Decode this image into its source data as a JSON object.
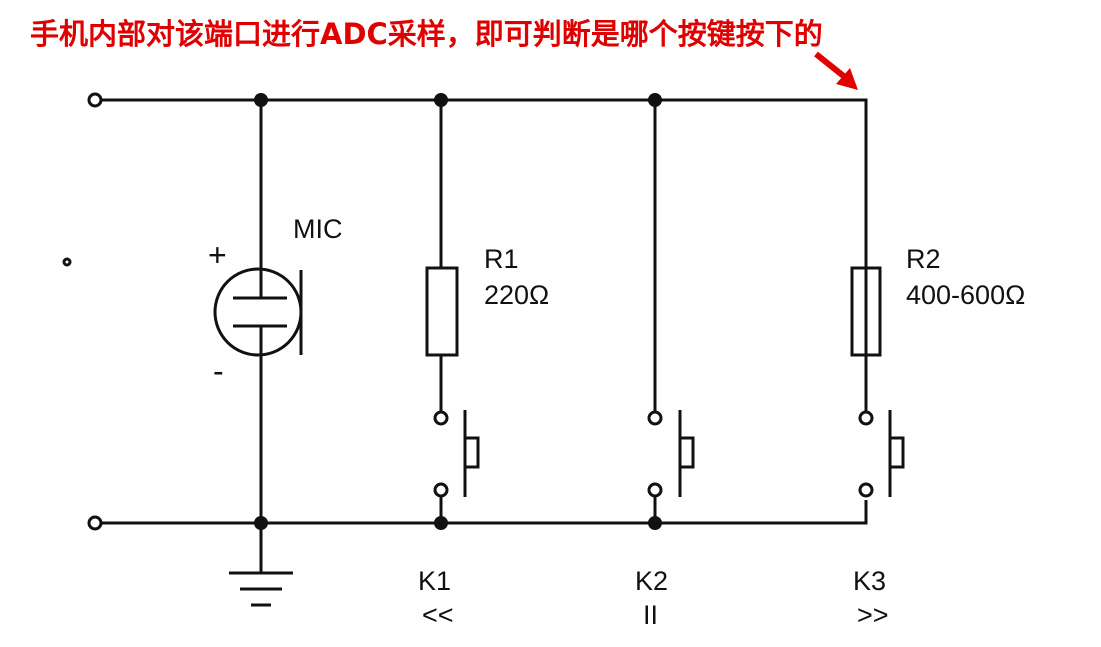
{
  "title": "手机内部对该端口进行ADC采样，即可判断是哪个按键按下的",
  "colors": {
    "annotation": "#e00000",
    "wire": "#111111"
  },
  "components": {
    "mic": {
      "label": "MIC",
      "plus": "+",
      "minus": "-"
    },
    "r1": {
      "name": "R1",
      "value": "220Ω"
    },
    "r2": {
      "name": "R2",
      "value": "400-600Ω"
    },
    "keys": [
      {
        "name": "K1",
        "symbol": "<<"
      },
      {
        "name": "K2",
        "symbol": "II"
      },
      {
        "name": "K3",
        "symbol": ">>"
      }
    ]
  }
}
